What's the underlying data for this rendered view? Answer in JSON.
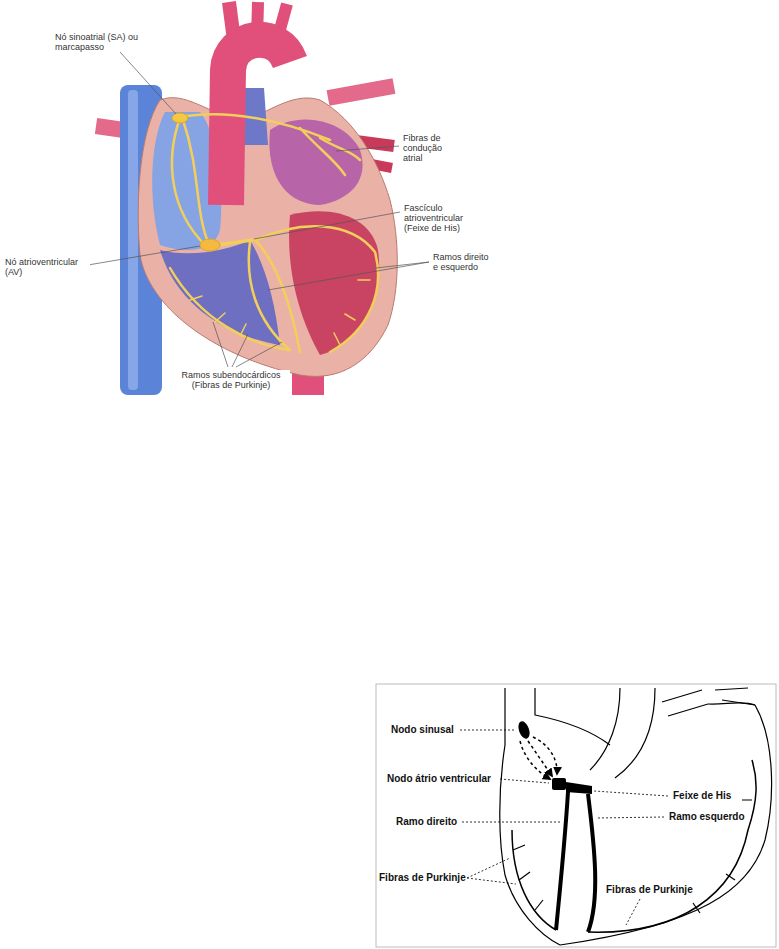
{
  "diagram": {
    "labels": [
      "Nó sinoatrial (SA) ou marcapasso",
      "Fibras de condução atrial",
      "Fascículo atrioventricular (Feixe de His)",
      "Ramos direito e esquerdo",
      "Nó atrioventricular (AV)",
      "Ramos subendocárdicos (Fibras de Purkinje)",
      "Nodo sinusal",
      "Nodo átrio ventricular",
      "Feixe de His",
      "Ramo direito",
      "Ramo esquerdo",
      "Fibras de Purkinje",
      "Fibras de Purkinje"
    ]
  }
}
